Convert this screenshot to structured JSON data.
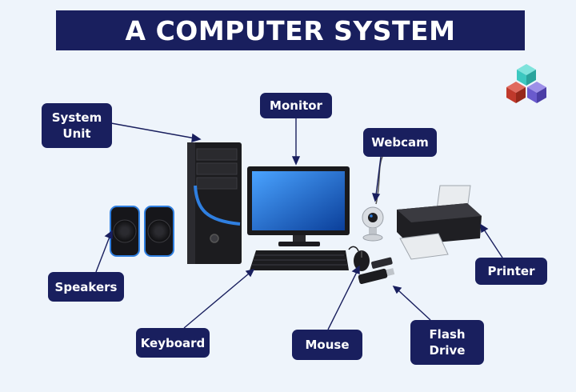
{
  "title": "A COMPUTER SYSTEM",
  "labels": {
    "system_unit": "System\nUnit",
    "monitor": "Monitor",
    "webcam": "Webcam",
    "speakers": "Speakers",
    "printer": "Printer",
    "keyboard": "Keyboard",
    "mouse": "Mouse",
    "flash_drive": "Flash\nDrive"
  },
  "colors": {
    "background": "#eef4fb",
    "label_background": "#191f5e",
    "accent_blue": "#2f7fe0",
    "device_dark": "#1c1c1f",
    "logo_teal": "#3cc8c0",
    "logo_red": "#c0392b",
    "logo_purple": "#6a5acd"
  }
}
